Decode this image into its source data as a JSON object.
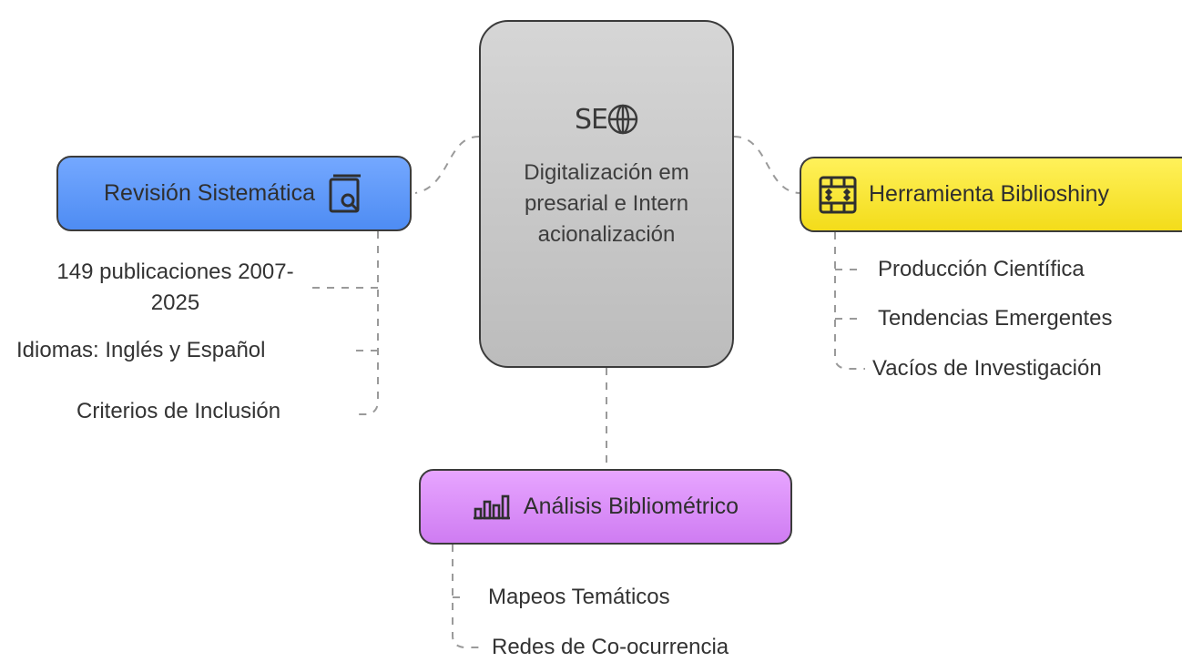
{
  "center": {
    "icon": "seo-globe-icon",
    "icon_text": "SE",
    "title": "Digitalización empresarial e Internacionalización"
  },
  "nodes": {
    "left": {
      "label": "Revisión Sistemática",
      "icon": "search-document-icon",
      "color": "#5b96f8",
      "items": [
        "149 publicaciones 2007-2025",
        "Idiomas: Inglés y Español",
        "Criterios de Inclusión"
      ]
    },
    "right": {
      "label": "Herramienta Biblioshiny",
      "icon": "table-sort-icon",
      "color": "#f8e42c",
      "items": [
        "Producción Científica",
        "Tendencias Emergentes",
        "Vacíos de Investigación"
      ]
    },
    "bottom": {
      "label": "Análisis Bibliométrico",
      "icon": "bar-chart-icon",
      "color": "#d98af6",
      "items": [
        "Mapeos Temáticos",
        "Redes de Co-ocurrencia"
      ]
    }
  }
}
